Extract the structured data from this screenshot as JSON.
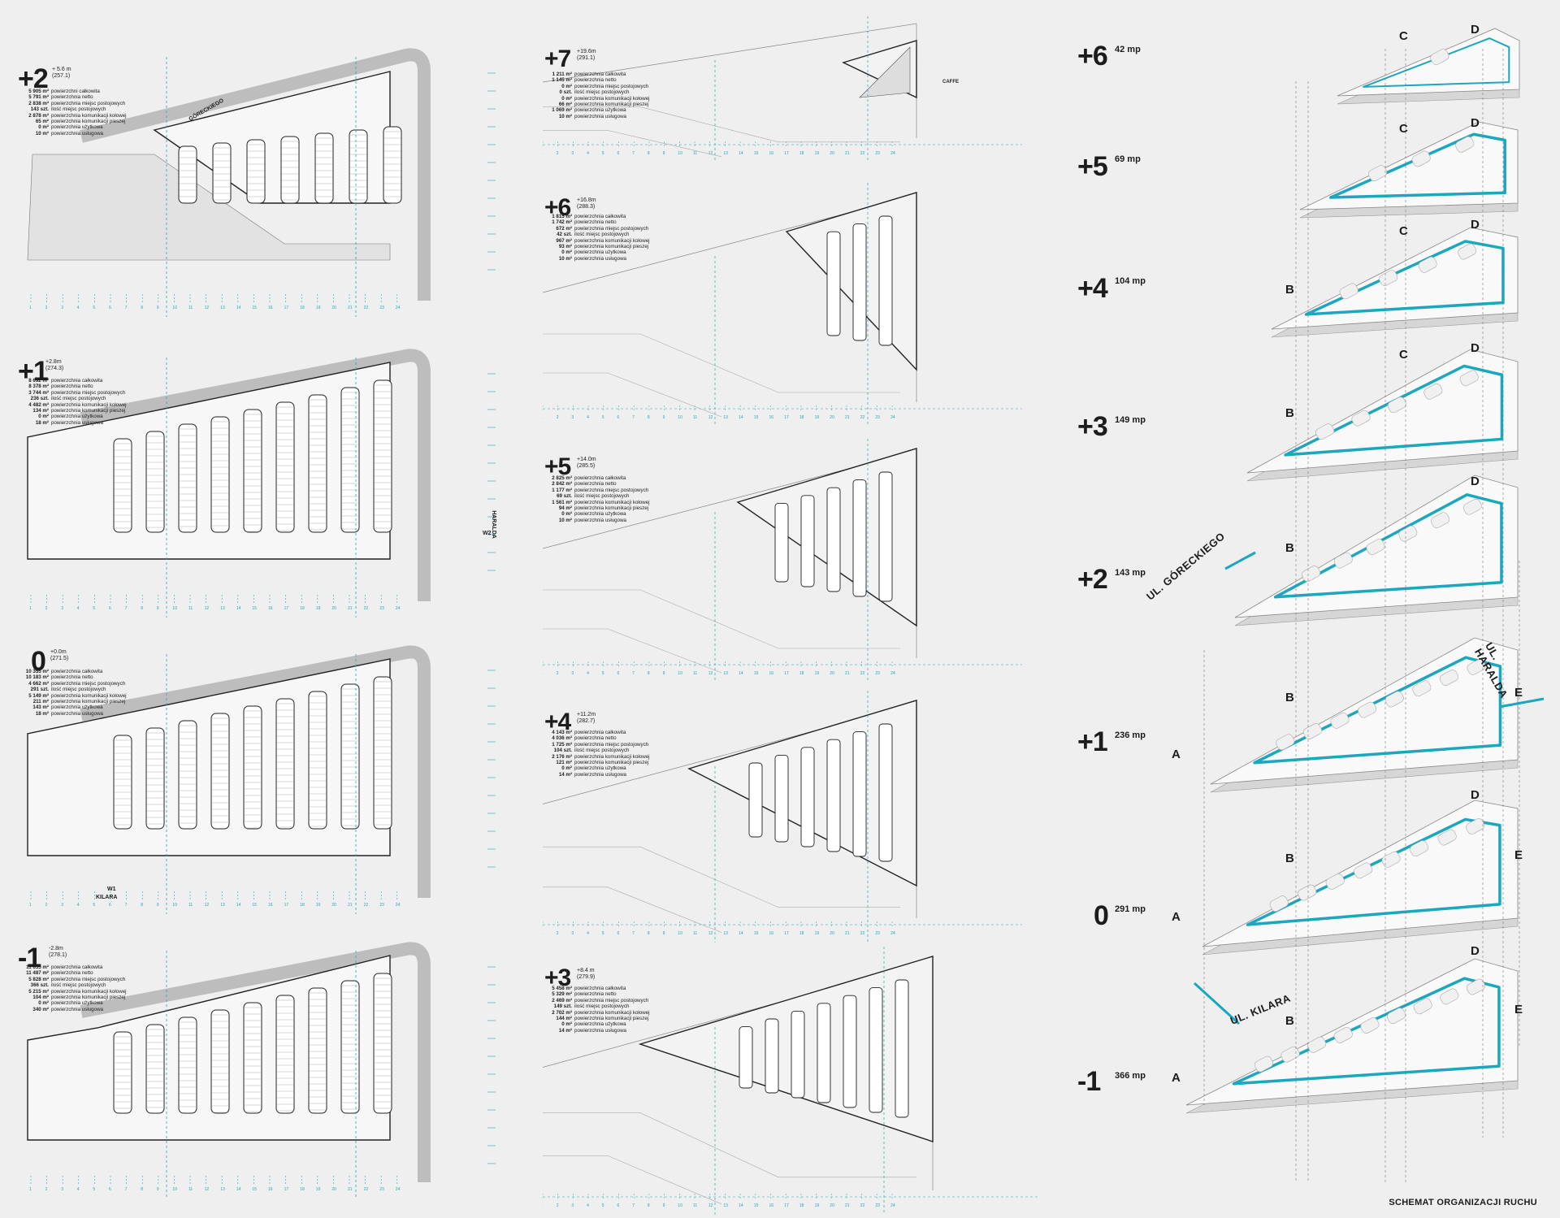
{
  "plans": [
    {
      "id": "p2",
      "level": "+2",
      "elev": "+ 5.6 m",
      "abs": "(257.1)",
      "stats": [
        [
          "5 905 m²",
          "powierzchni całkowita"
        ],
        [
          "5 791 m²",
          "powierzchnia netto"
        ],
        [
          "2 838 m²",
          "powierzchnia miejsc postojowych"
        ],
        [
          "143 szt.",
          "ilość miejsc postojowych"
        ],
        [
          "2 878 m²",
          "powierzchnia komunikacji kołowej"
        ],
        [
          "65 m²",
          "powierzchnia komunikacji pieszej"
        ],
        [
          "0 m²",
          "powierzchnia użytkowa"
        ],
        [
          "10 m²",
          "powierzchnia usługowa"
        ]
      ],
      "street": "GÓRECKIEGO"
    },
    {
      "id": "p1",
      "level": "+1",
      "elev": "+2.8m",
      "abs": "(274.3)",
      "stats": [
        [
          "8 692 m²",
          "powierzchnia całkowita"
        ],
        [
          "8 378 m²",
          "powierzchnia netto"
        ],
        [
          "3 744 m²",
          "powierzchnia miejsc postojowych"
        ],
        [
          "236 szt.",
          "ilość miejsc postojowych"
        ],
        [
          "4 482 m²",
          "powierzchnia komunikacji kołowej"
        ],
        [
          "134 m²",
          "powierzchnia komunikacji pieszej"
        ],
        [
          "0 m²",
          "powierzchnia użytkowa"
        ],
        [
          "18 m²",
          "powierzchnia usługowa"
        ]
      ],
      "street": "HARALDA",
      "gate": "W2"
    },
    {
      "id": "p0",
      "level": "0",
      "elev": "+0.0m",
      "abs": "(271.5)",
      "stats": [
        [
          "10 355 m²",
          "powierzchnia całkowita"
        ],
        [
          "10 183 m²",
          "powierzchnia netto"
        ],
        [
          "4 662 m²",
          "powierzchnia miejsc postojowych"
        ],
        [
          "291 szt.",
          "ilość miejsc postojowych"
        ],
        [
          "5 149 m²",
          "powierzchnia komunikacji kołowej"
        ],
        [
          "211 m²",
          "powierzchnia komunikacji pieszej"
        ],
        [
          "143 m²",
          "powierzchnia użytkowa"
        ],
        [
          "18 m²",
          "powierzchnia usługowa"
        ]
      ],
      "street": "KILARA",
      "gate": "W1"
    },
    {
      "id": "pm1",
      "level": "-1",
      "elev": "-2.8m",
      "abs": "(278.1)",
      "stats": [
        [
          "11 655 m²",
          "powierzchnia całkowita"
        ],
        [
          "11 487 m²",
          "powierzchnia netto"
        ],
        [
          "5 828 m²",
          "powierzchnia miejsc postojowych"
        ],
        [
          "366 szt.",
          "ilość miejsc postojowych"
        ],
        [
          "5 215 m²",
          "powierzchnia komunikacji kołowej"
        ],
        [
          "104 m²",
          "powierzchnia komunikacji pieszej"
        ],
        [
          "0 m²",
          "powierzchnia użytkowa"
        ],
        [
          "340 m²",
          "powierzchnia usługowa"
        ]
      ]
    },
    {
      "id": "p7",
      "level": "+7",
      "elev": "+19.6m",
      "abs": "(291.1)",
      "stats": [
        [
          "1 211 m²",
          "powierzchnia całkowita"
        ],
        [
          "1 145 m²",
          "powierzchnia netto"
        ],
        [
          "0 m²",
          "powierzchnia miejsc postojowych"
        ],
        [
          "0 szt.",
          "ilość miejsc postojowych"
        ],
        [
          "0 m²",
          "powierzchnia komunikacji kołowej"
        ],
        [
          "66 m²",
          "powierzchnia komunikacji pieszej"
        ],
        [
          "1 069 m²",
          "powierzchnia użytkowa"
        ],
        [
          "10 m²",
          "powierzchnia usługowa"
        ]
      ],
      "label": "CAFFE"
    },
    {
      "id": "p6",
      "level": "+6",
      "elev": "+16.8m",
      "abs": "(288.3)",
      "stats": [
        [
          "1 815 m²",
          "powierzchnia całkowita"
        ],
        [
          "1 742 m²",
          "powierzchnia netto"
        ],
        [
          "672 m²",
          "powierzchnia miejsc postojowych"
        ],
        [
          "42 szt.",
          "ilość miejsc postojowych"
        ],
        [
          "967 m²",
          "powierzchnia komunikacji kołowej"
        ],
        [
          "93 m²",
          "powierzchnia komunikacji pieszej"
        ],
        [
          "0 m²",
          "powierzchnia użytkowa"
        ],
        [
          "10 m²",
          "powierzchnia usługowa"
        ]
      ]
    },
    {
      "id": "p5",
      "level": "+5",
      "elev": "+14.0m",
      "abs": "(285.5)",
      "stats": [
        [
          "2 825 m²",
          "powierzchnia całkowita"
        ],
        [
          "2 842 m²",
          "powierzchnia netto"
        ],
        [
          "1 177 m²",
          "powierzchnia miejsc postojowych"
        ],
        [
          "69 szt.",
          "ilość miejsc postojowych"
        ],
        [
          "1 561 m²",
          "powierzchnia komunikacji kołowej"
        ],
        [
          "94 m²",
          "powierzchnia komunikacji pieszej"
        ],
        [
          "0 m²",
          "powierzchnia użytkowa"
        ],
        [
          "10 m²",
          "powierzchnia usługowa"
        ]
      ]
    },
    {
      "id": "p4",
      "level": "+4",
      "elev": "+11.2m",
      "abs": "(282.7)",
      "stats": [
        [
          "4 143 m²",
          "powierzchnia całkowita"
        ],
        [
          "4 036 m²",
          "powierzchnia netto"
        ],
        [
          "1 725 m²",
          "powierzchnia miejsc postojowych"
        ],
        [
          "104 szt.",
          "ilość miejsc postojowych"
        ],
        [
          "2 176 m²",
          "powierzchnia komunikacji kołowej"
        ],
        [
          "121 m²",
          "powierzchnia komunikacji pieszej"
        ],
        [
          "0 m²",
          "powierzchnia użytkowa"
        ],
        [
          "14 m²",
          "powierzchnia usługowa"
        ]
      ]
    },
    {
      "id": "p3",
      "level": "+3",
      "elev": "+8.4 m",
      "abs": "(279.9)",
      "stats": [
        [
          "5 458 m²",
          "powierzchnia całkowita"
        ],
        [
          "5 329 m²",
          "powierzchnia netto"
        ],
        [
          "2 469 m²",
          "powierzchnia miejsc postojowych"
        ],
        [
          "149 szt.",
          "ilość miejsc postojowych"
        ],
        [
          "2 702 m²",
          "powierzchnia komunikacji kołowej"
        ],
        [
          "144 m²",
          "powierzchnia komunikacji pieszej"
        ],
        [
          "0 m²",
          "powierzchnia użytkowa"
        ],
        [
          "14 m²",
          "powierzchnia usługowa"
        ]
      ]
    }
  ],
  "iso": [
    {
      "level": "+6",
      "mp": "42 mp"
    },
    {
      "level": "+5",
      "mp": "69 mp"
    },
    {
      "level": "+4",
      "mp": "104 mp"
    },
    {
      "level": "+3",
      "mp": "149 mp"
    },
    {
      "level": "+2",
      "mp": "143 mp"
    },
    {
      "level": "+1",
      "mp": "236 mp"
    },
    {
      "level": "0",
      "mp": "291 mp"
    },
    {
      "level": "-1",
      "mp": "366 mp"
    }
  ],
  "iso_letters": {
    "a": "A",
    "b": "B",
    "c": "C",
    "d": "D",
    "e": "E"
  },
  "iso_streets": {
    "goreckiego": "UL. GÓRECKIEGO",
    "haralda": "UL. HARALDA",
    "kilara": "UL. KILARA"
  },
  "caption": "SCHEMAT ORGANIZACJI RUCHU",
  "colors": {
    "accent": "#1ba7bd",
    "line": "#222222",
    "bg": "#efefef",
    "hatch": "#bdbdbd"
  }
}
